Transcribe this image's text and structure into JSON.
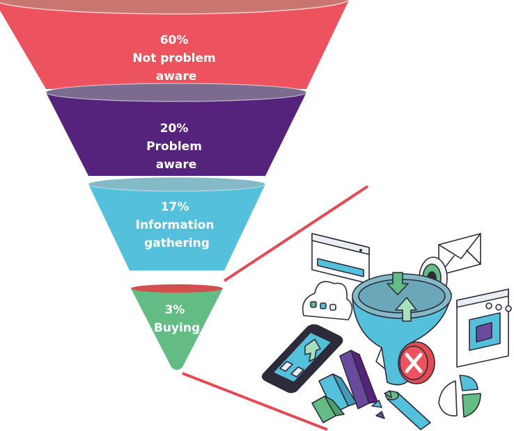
{
  "funnel": {
    "stages": [
      {
        "percent": "60%",
        "label_line1": "Not problem",
        "label_line2": "aware",
        "color": "#ec535e",
        "rim_color": "#c8766f"
      },
      {
        "percent": "20%",
        "label_line1": "Problem",
        "label_line2": "aware",
        "color": "#55237b",
        "rim_color": "#7a6b8f"
      },
      {
        "percent": "17%",
        "label_line1": "Information",
        "label_line2": "gathering",
        "color": "#55c0dc",
        "rim_color": "#84bac8"
      },
      {
        "percent": "3%",
        "label_line1": "Buying",
        "label_line2": "",
        "color": "#62bc84",
        "rim_color": "#d24f4f"
      }
    ],
    "connector_color": "#e24b54"
  },
  "illustration": {
    "icons": [
      "browser-window-icon",
      "envelope-icon",
      "eye-icon",
      "cloud-icon",
      "smartphone-icon",
      "bar-chart-icon",
      "cancel-icon",
      "pie-chart-icon",
      "media-window-icon",
      "funnel-icon"
    ],
    "accent_colors": {
      "blue": "#55c0dc",
      "purple": "#6a4a9c",
      "green": "#62bc84",
      "red": "#e24b54"
    }
  }
}
